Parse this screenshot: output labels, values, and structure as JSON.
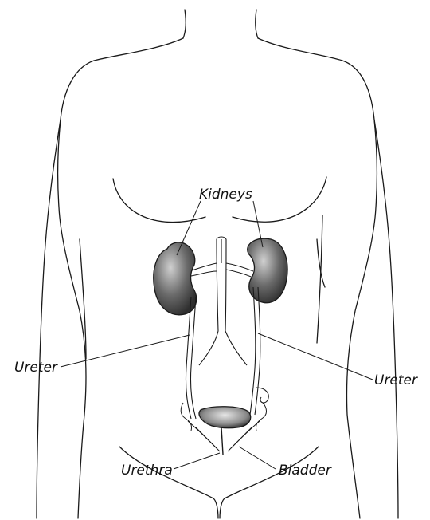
{
  "labels": {
    "kidneys": "Kidneys",
    "ureter_left": "Ureter",
    "ureter_right": "Ureter",
    "urethra": "Urethra",
    "bladder": "Bladder"
  },
  "colors": {
    "outline": "#1a1a1a",
    "organ_fill": "#5a5a5a",
    "organ_light": "#c8c8c8",
    "background": "#ffffff"
  }
}
